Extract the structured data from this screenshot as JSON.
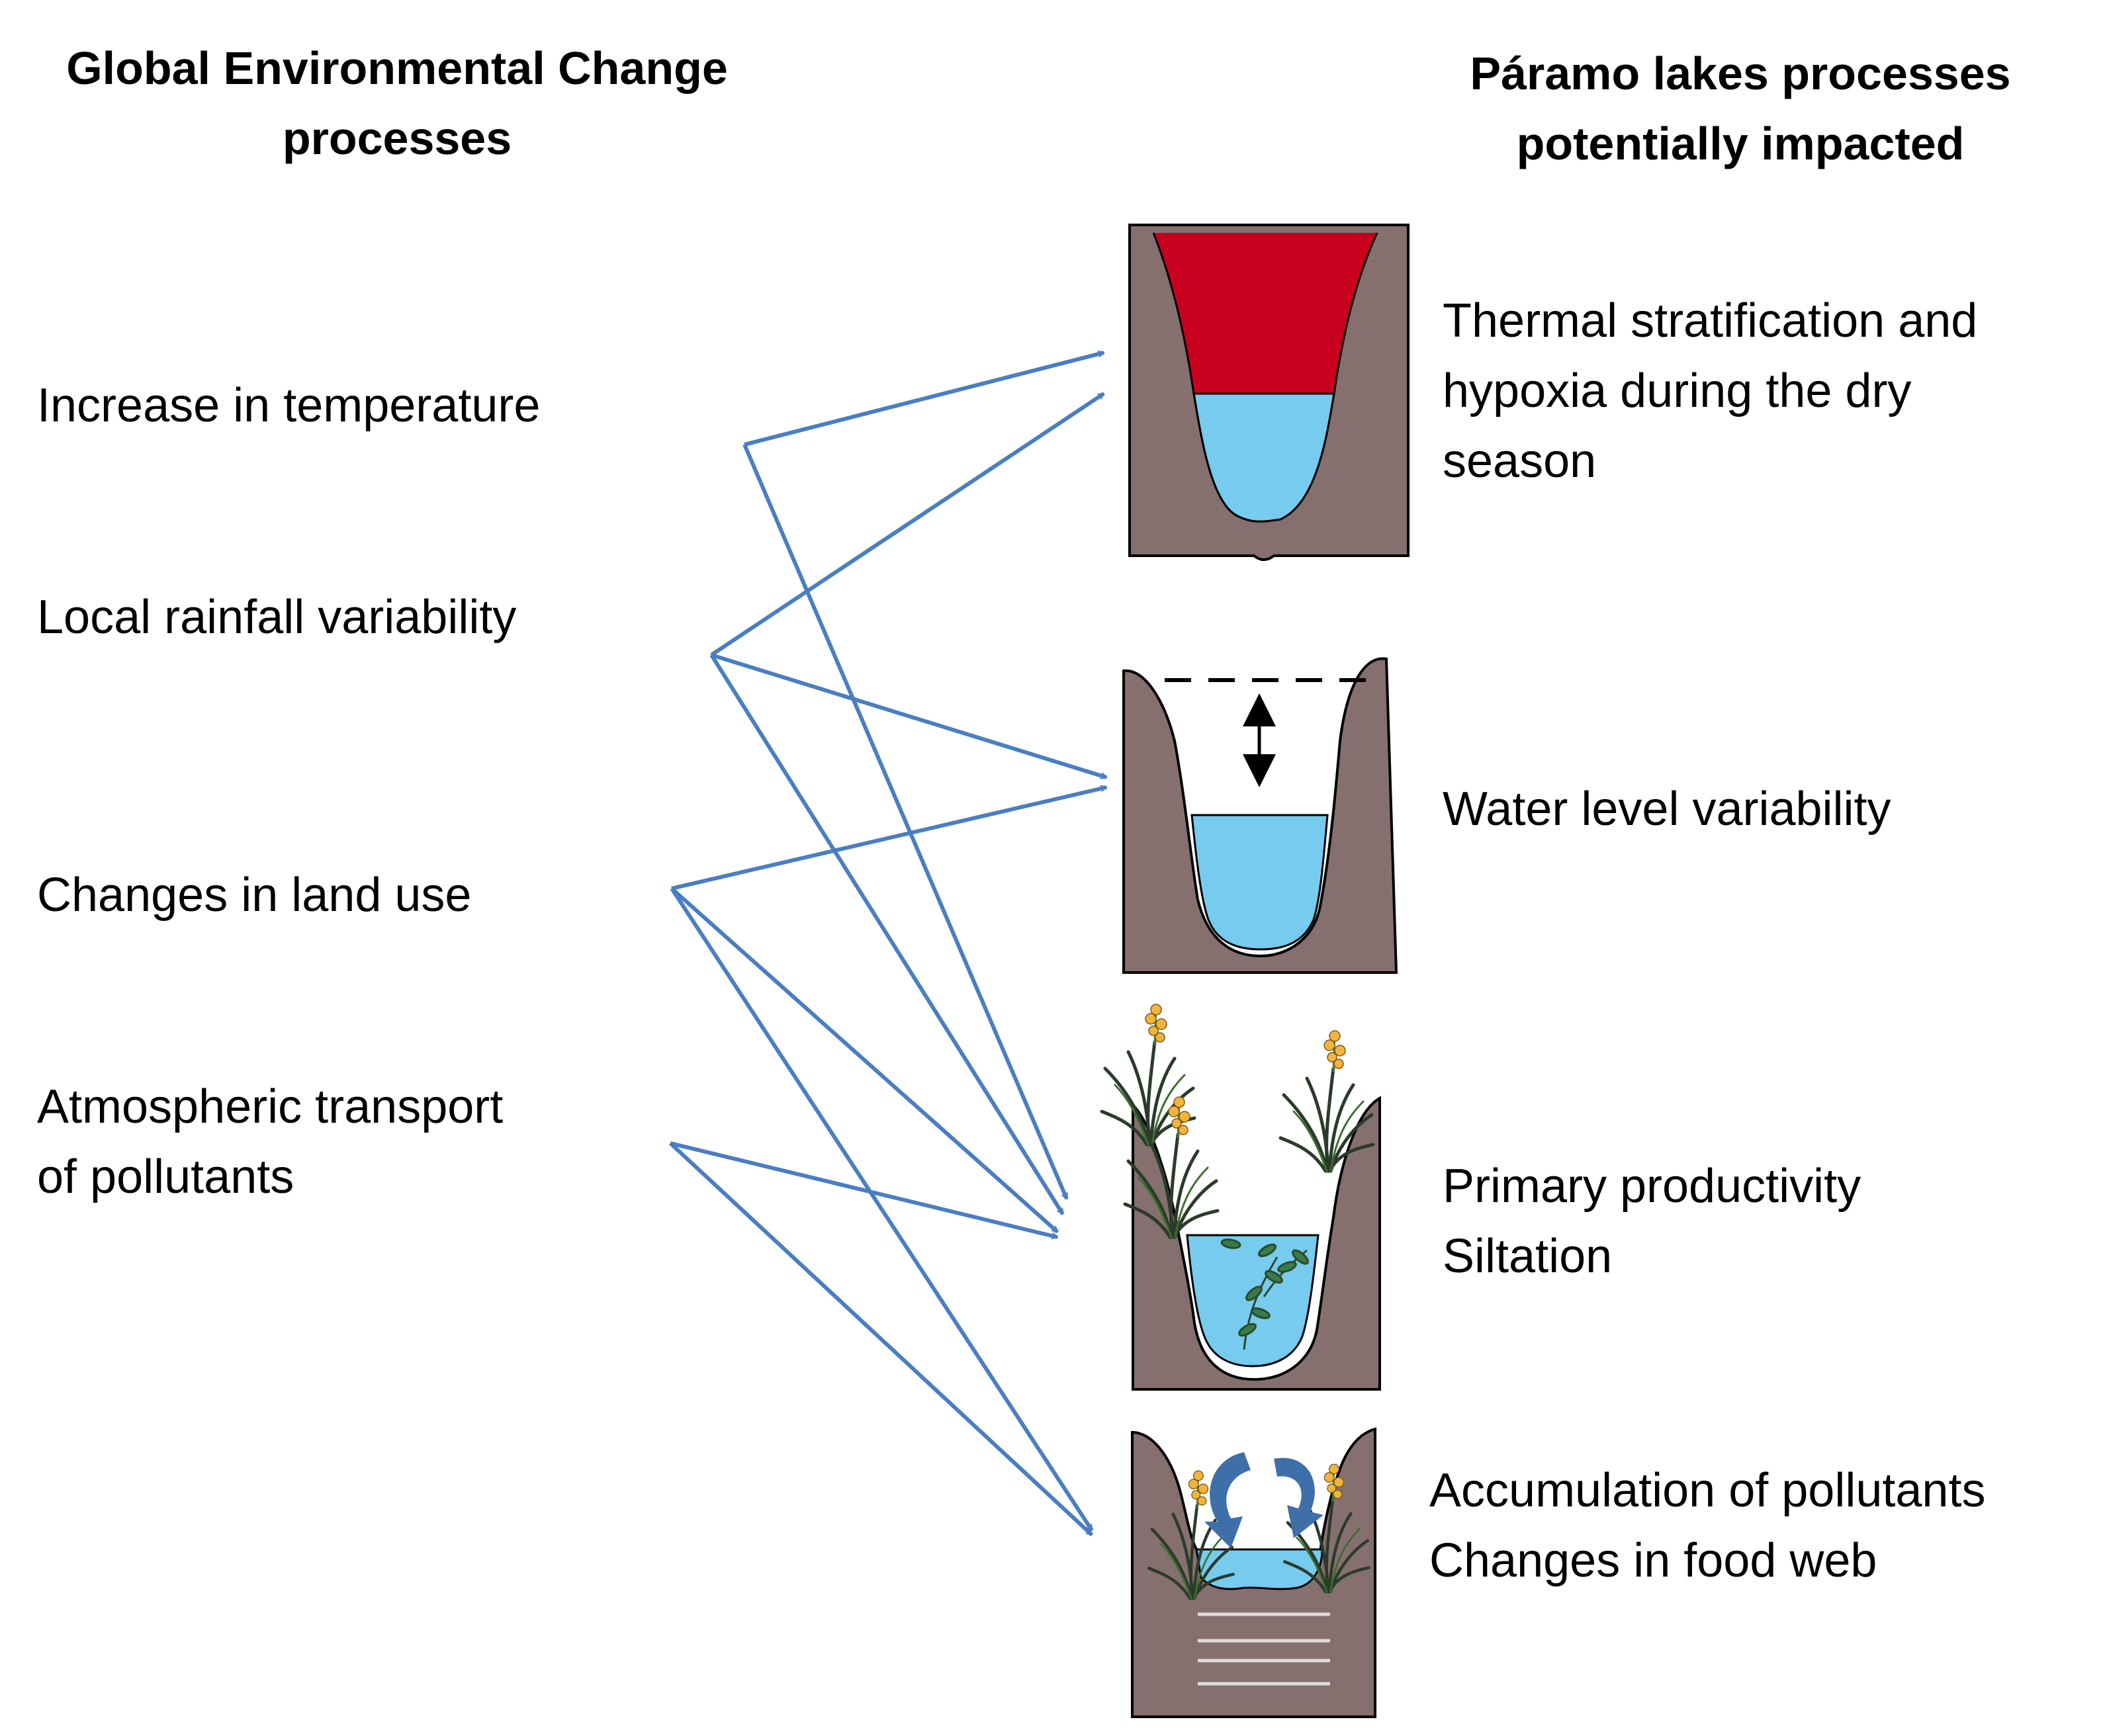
{
  "headings": {
    "left": [
      "Global Environmental Change",
      "processes"
    ],
    "right": [
      "Páramo lakes processes",
      "potentially impacted"
    ]
  },
  "causes": [
    {
      "id": "temperature",
      "lines": [
        "Increase in temperature"
      ]
    },
    {
      "id": "rainfall",
      "lines": [
        "Local rainfall variability"
      ]
    },
    {
      "id": "land-use",
      "lines": [
        "Changes in land use"
      ]
    },
    {
      "id": "pollutants",
      "lines": [
        "Atmospheric transport",
        "of pollutants"
      ]
    }
  ],
  "effects": [
    {
      "id": "stratification",
      "lines": [
        "Thermal stratification and",
        "hypoxia during the dry",
        "season"
      ]
    },
    {
      "id": "water-level",
      "lines": [
        "Water level variability"
      ]
    },
    {
      "id": "productivity",
      "lines": [
        "Primary productivity",
        "Siltation"
      ]
    },
    {
      "id": "accumulation",
      "lines": [
        "Accumulation of pollutants",
        "Changes in food web"
      ]
    }
  ],
  "links": [
    {
      "from": "temperature",
      "to": "stratification"
    },
    {
      "from": "temperature",
      "to": "productivity"
    },
    {
      "from": "rainfall",
      "to": "stratification"
    },
    {
      "from": "rainfall",
      "to": "water-level"
    },
    {
      "from": "rainfall",
      "to": "productivity"
    },
    {
      "from": "land-use",
      "to": "water-level"
    },
    {
      "from": "land-use",
      "to": "productivity"
    },
    {
      "from": "land-use",
      "to": "accumulation"
    },
    {
      "from": "pollutants",
      "to": "productivity"
    },
    {
      "from": "pollutants",
      "to": "accumulation"
    }
  ],
  "colors": {
    "arrow": "#4a7ec2",
    "rock": "#85706f",
    "warm_water": "#c8001e",
    "cold_water": "#76cbee",
    "plant": "#2b3b2b",
    "flower": "#f2b43a",
    "cycle_arrow": "#3f6fa8"
  }
}
